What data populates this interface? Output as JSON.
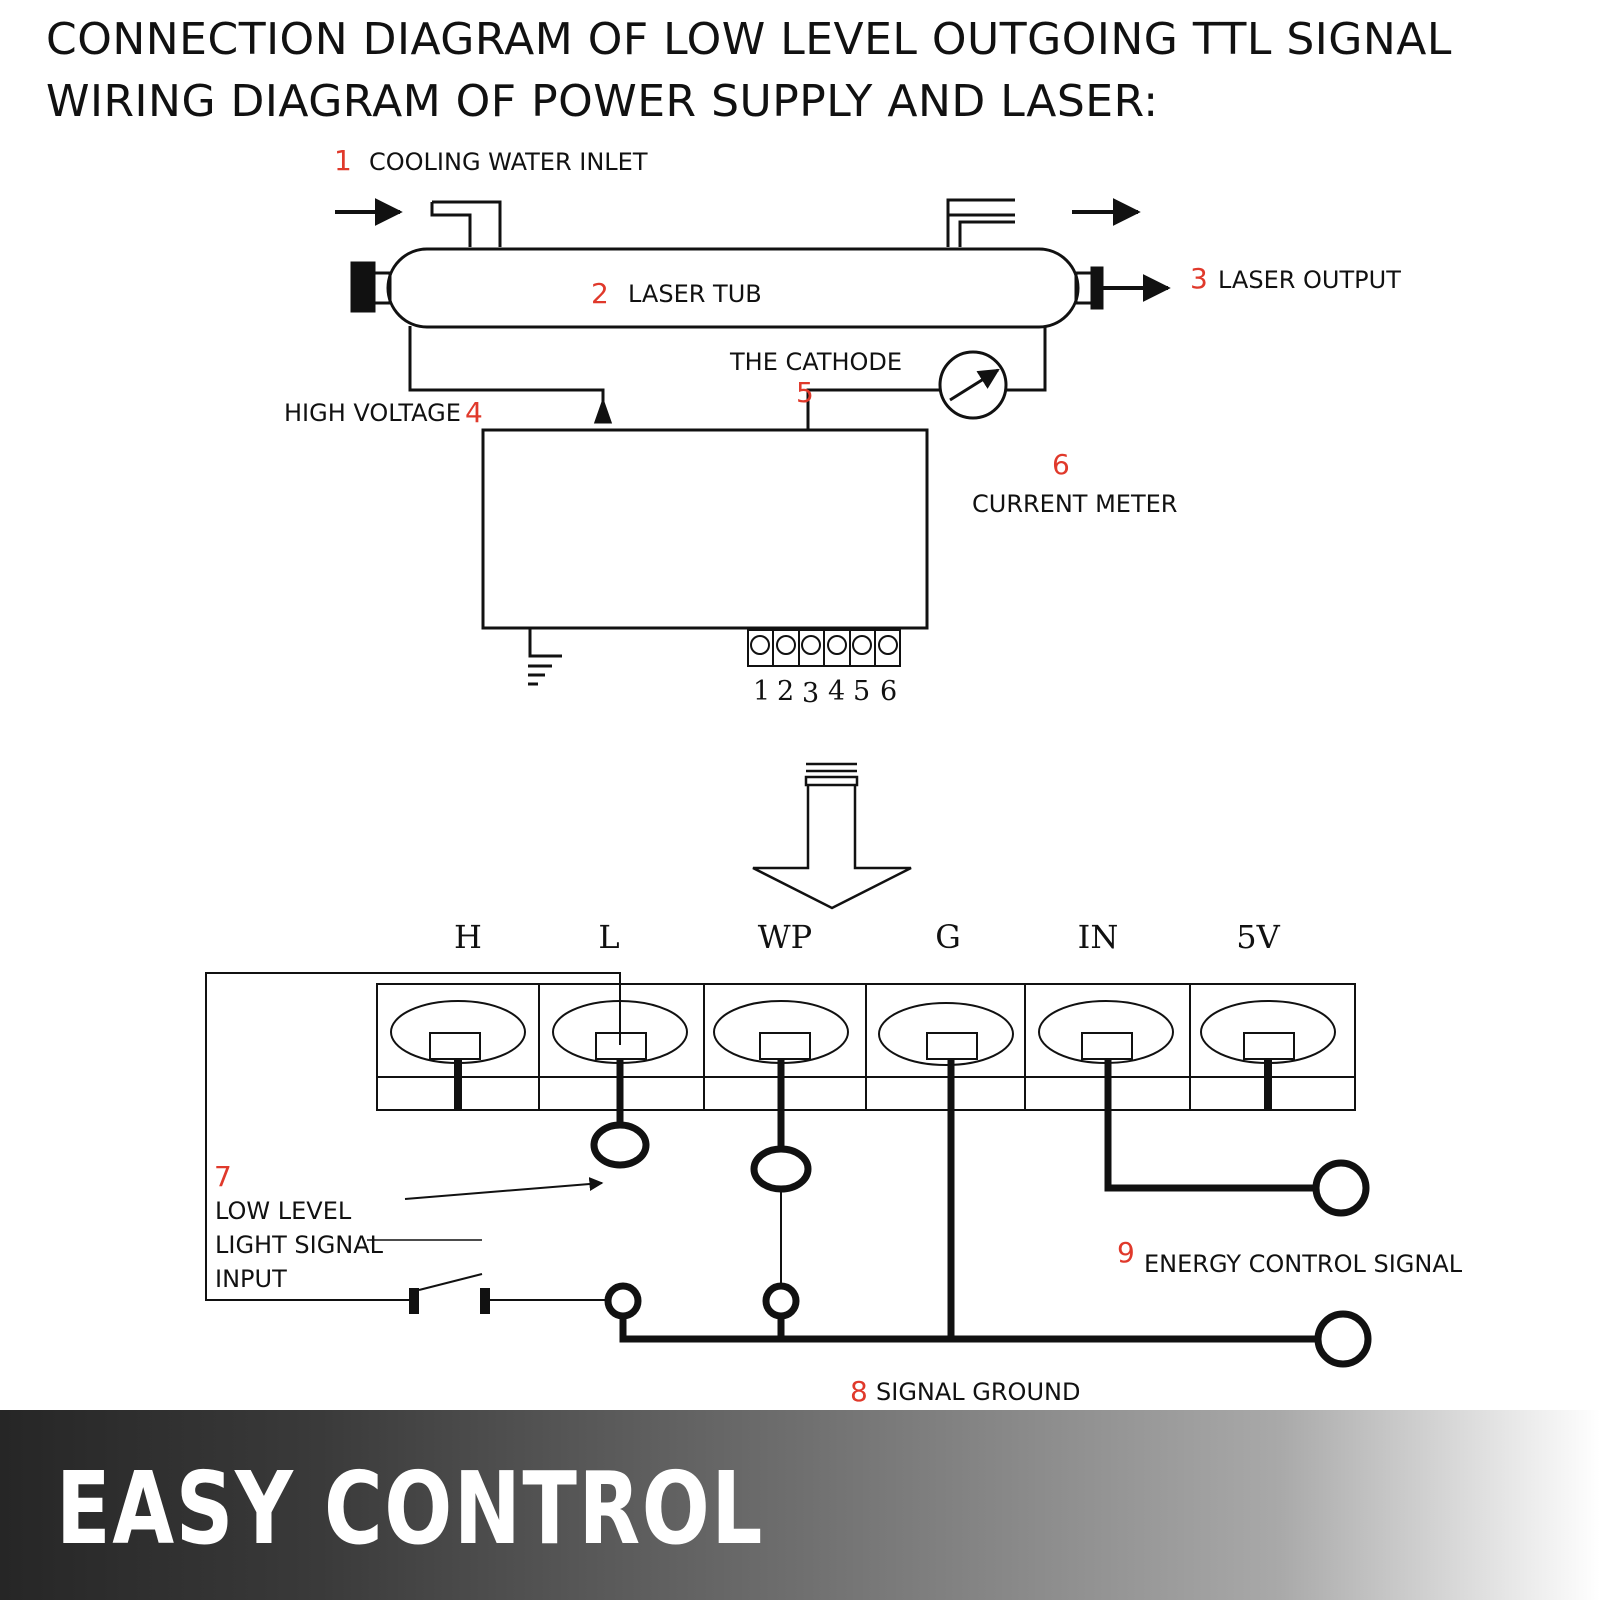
{
  "titles": {
    "line1": "CONNECTION DIAGRAM OF LOW LEVEL OUTGOING TTL SIGNAL",
    "line2": "WIRING DIAGRAM OF POWER SUPPLY AND LASER:"
  },
  "upper_diagram": {
    "labels": [
      {
        "num": "1",
        "text": "COOLING WATER INLET"
      },
      {
        "num": "2",
        "text": "LASER TUB"
      },
      {
        "num": "3",
        "text": "LASER OUTPUT"
      },
      {
        "num": "4",
        "text": "HIGH VOLTAGE"
      },
      {
        "num": "5",
        "text": "THE CATHODE"
      },
      {
        "num": "6",
        "text": "CURRENT METER"
      }
    ],
    "terminal_numbers": [
      "1",
      "2",
      "3",
      "4",
      "5",
      "6"
    ]
  },
  "lower_diagram": {
    "terminals": [
      "H",
      "L",
      "WP",
      "G",
      "IN",
      "5V"
    ],
    "labels": [
      {
        "num": "7",
        "lines": [
          "LOW LEVEL",
          "LIGHT SIGNAL",
          "INPUT"
        ]
      },
      {
        "num": "8",
        "text": "SIGNAL GROUND"
      },
      {
        "num": "9",
        "text": "ENERGY CONTROL SIGNAL"
      }
    ]
  },
  "banner": {
    "text": "EASY  CONTROL"
  },
  "colors": {
    "label_number": "#e0392b",
    "banner_dark": "#262626",
    "banner_light": "#ffffff"
  }
}
